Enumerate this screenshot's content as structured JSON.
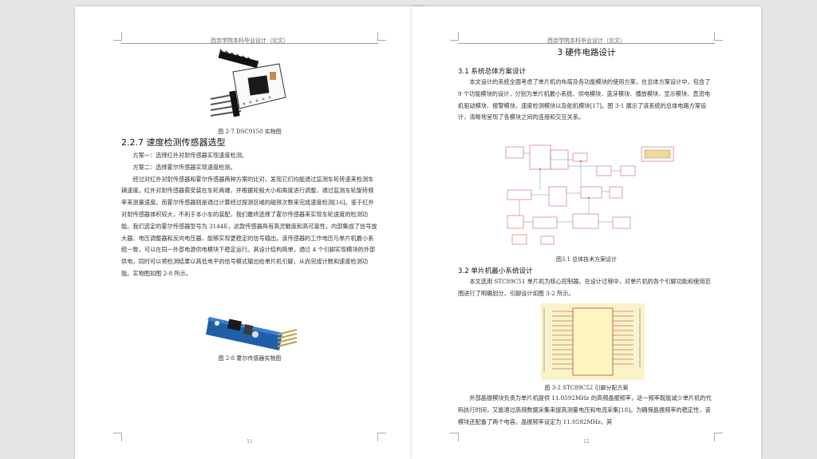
{
  "page_left": {
    "header": "西京学院本科毕业设计（论文）",
    "figure_top_caption": "图 2-7 DSC9150 实物图",
    "section_title": "2.2.7  速度检测传感器选型",
    "option1": "方案一：选择红外对射传感器实现速度检测。",
    "option2": "方案二：选择霍尔传感器实现速度检测。",
    "paragraph": "经过对红外对射传感器和霍尔传感器两种方案的比对，发现它们均能通过监测车轮转速来检测车辆速度。红外对射传感器需安装在车轮两端，并根据轮毂大小和角度进行调整，通过监测车轮旋转频率来测量速度。而霍尔传感器则是通过计算经过探测区域的磁铁次数来完成速度检测[16]。鉴于红外对射传感器体积较大，不利于本小车的装配，我们最终选择了霍尔传感器来实现车轮速度的检测功能。我们选定的霍尔传感器型号为 3144E，这款传感器具有高灵敏度和高可靠性，内部集成了信号放大器、电压调整器和反向电压器，能够实现更稳定的信号输出。该传感器的工作电压与单片机最小系统一致，可以在同一外部电源供电模块下稳定运行。其设计结构简单，通过 4 个引脚实现模块的外部供电，同时可以将检测结果以高低电平的信号模式输出给单片机引脚，从而完成计数和速度检测功能。实物图如图 2-8 所示。",
    "figure_bottom_caption": "图 2-8  霍尔传感器实物图",
    "page_number": "11"
  },
  "page_right": {
    "header": "西京学院本科毕业设计（论文）",
    "chapter_title": "3  硬件电路设计",
    "section_31": "3.1 系统总体方案设计",
    "para_31": "本文设计的系统全面考虑了单片机的布局及各功能模块的使用方案，在总体方案设计中，包含了 9 个功能模块的设计，分别为单片机最小系统、供电模块、蓝牙模块、播放模块、显示模块、直流电机驱动模块、报警模块、速度检测模块以及舵机模块[17]。图 3-1 展示了该系统的总体电路方案设计，清晰地呈现了各模块之间的连接和交互关系。",
    "fig31_caption": "图3.1  总体技术方案设计",
    "section_32": "3.2 单片机最小系统设计",
    "para_32": "本文选用 STC89C51 单片机为核心控制器。在设计过程中，对单片机的各个引脚功能和使用范围进行了明确划分，引脚设计如图 3-2 所示。",
    "fig32_caption": "图 3-2 STC89C52 引脚分配方案",
    "para_33": "外部晶振模块负责为单片机提供 11.0592MHz 的高频晶振频率，这一频率既能减少单片机的代码执行时间，又能通过高频数据采集来提高测量电压和电流采集[18]。为确保晶振频率的稳定性，该模块还配备了两个电容。晶振频率设定为 11.0592MHz，其",
    "page_number": "12"
  }
}
